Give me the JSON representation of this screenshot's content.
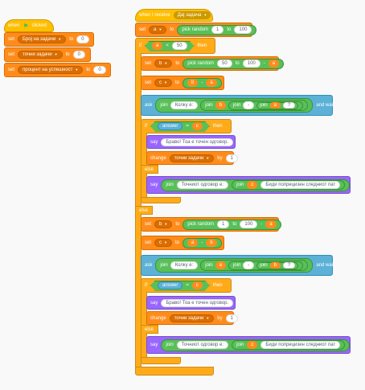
{
  "flag_script": {
    "when": "when",
    "clicked": "clicked",
    "set": "set",
    "to": "to",
    "vars": [
      "Број на задачи",
      "точни задачи",
      "процент на успешност"
    ],
    "values": [
      "0",
      "0",
      "0"
    ]
  },
  "receive_script": {
    "when_receive": "when I receive",
    "message": "Дај задача",
    "set": "set",
    "to": "to",
    "pick_random": "pick random",
    "var_a": "a",
    "var_b": "b",
    "var_c": "c",
    "rand_1_lo": "1",
    "rand_1_hi": "100",
    "if": "if",
    "then": "then",
    "else": "else",
    "lt_val": "50",
    "rand_2_lo": "50",
    "rand_2_hi": "100",
    "rand_3_lo": "1",
    "rand_3_hi": "100",
    "minus": "-",
    "ask": "ask",
    "and_wait": "and wait",
    "join": "join",
    "question_text": "Колку е:",
    "qmark": "?",
    "answer": "answer",
    "eq": "=",
    "say": "say",
    "correct_msg": "Браво! Тоа е точен одговор.",
    "change": "change",
    "by": "by",
    "correct_var": "точни задачи",
    "change_by": "1",
    "wrong_msg": "Точниот одговор е:",
    "wrong_tail": "Биди попрецизен следниот пат",
    "lt": "<"
  }
}
